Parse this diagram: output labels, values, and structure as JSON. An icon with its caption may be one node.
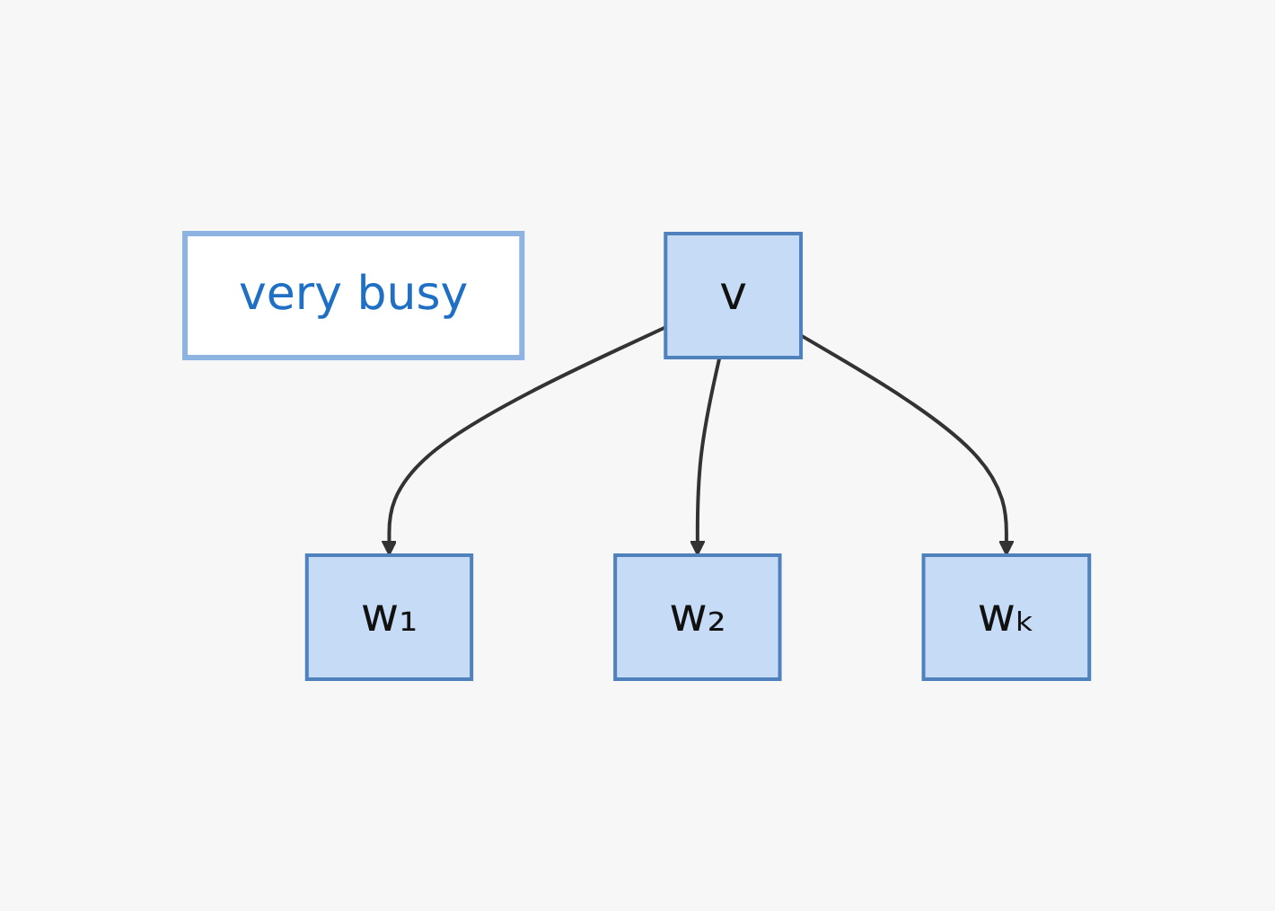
{
  "diagram": {
    "nodes": [
      {
        "text": [
          "very busy"
        ]
      },
      {
        "text": [
          "v"
        ]
      },
      {
        "text": [
          "w₁"
        ]
      },
      {
        "text": [
          "w₂"
        ]
      },
      {
        "text": [
          "wₖ"
        ]
      }
    ],
    "edges": [
      {
        "from": 1,
        "to": 2,
        "arrow": "to"
      },
      {
        "from": 1,
        "to": 3,
        "arrow": "to"
      },
      {
        "from": 1,
        "to": 4,
        "arrow": "to"
      }
    ]
  }
}
